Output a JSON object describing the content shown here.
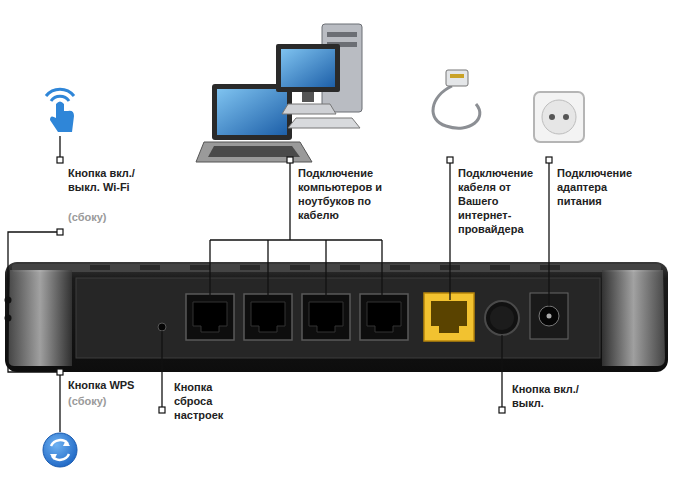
{
  "diagram": {
    "labels": [
      "Кнопка вкл./выкл. Wi-Fi",
      "(сбоку)",
      "Подключение компьютеров и ноутбуков по кабелю",
      "Подключение кабеля от Вашего интернет-провайдера",
      "Подключение адаптера питания",
      "Кнопка WPS",
      "(сбоку)",
      "Кнопка сброса настроек",
      "Кнопка вкл./выкл."
    ]
  }
}
